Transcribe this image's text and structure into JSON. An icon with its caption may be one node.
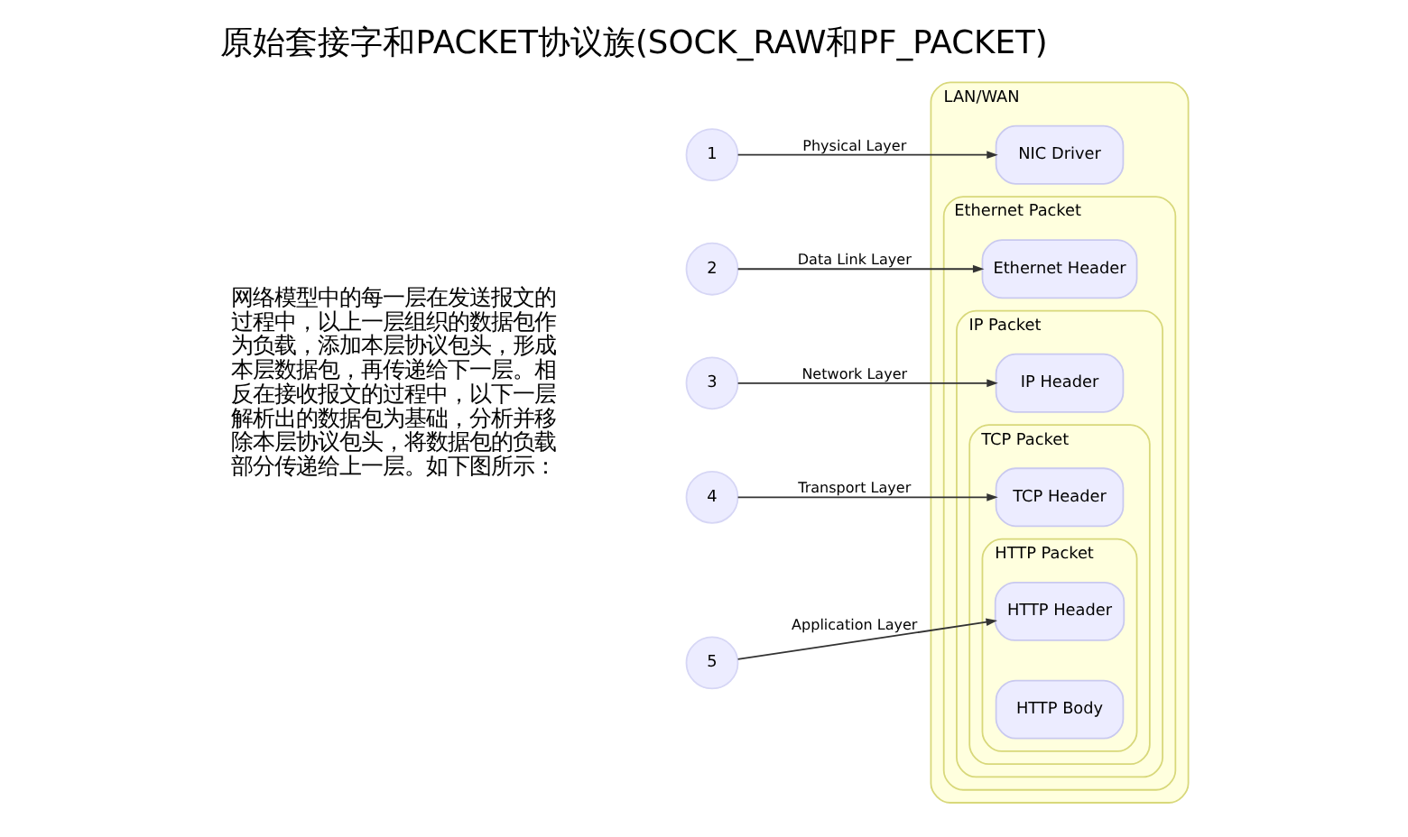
{
  "diagram": {
    "title": "原始套接字和PACKET协议族(SOCK_RAW和PF_PACKET)",
    "nodes": [
      {
        "text": [
          "1"
        ]
      },
      {
        "text": [
          "2"
        ]
      },
      {
        "text": [
          "3"
        ]
      },
      {
        "text": [
          "4"
        ]
      },
      {
        "text": [
          "5"
        ]
      },
      {
        "text": [
          "LAN/WAN"
        ]
      },
      {
        "text": [
          "NIC Driver"
        ],
        "in": 5
      },
      {
        "text": [
          "Ethernet Packet"
        ],
        "in": 5
      },
      {
        "text": [
          "Ethernet Header"
        ],
        "in": 7
      },
      {
        "text": [
          "IP Packet"
        ],
        "in": 7
      },
      {
        "text": [
          "IP Header"
        ],
        "in": 9
      },
      {
        "text": [
          "TCP Packet"
        ],
        "in": 9
      },
      {
        "text": [
          "TCP Header"
        ],
        "in": 11
      },
      {
        "text": [
          "HTTP Packet"
        ],
        "in": 11
      },
      {
        "text": [
          "HTTP Header"
        ],
        "in": 13
      },
      {
        "text": [
          "HTTP Body"
        ],
        "in": 13
      }
    ],
    "edges": [
      {
        "from": 0,
        "to": 6,
        "arrow": "to",
        "label": "Physical Layer"
      },
      {
        "from": 1,
        "to": 8,
        "arrow": "to",
        "label": "Data Link Layer"
      },
      {
        "from": 2,
        "to": 10,
        "arrow": "to",
        "label": "Network Layer"
      },
      {
        "from": 3,
        "to": 12,
        "arrow": "to",
        "label": "Transport Layer"
      },
      {
        "from": 4,
        "to": 14,
        "arrow": "to",
        "label": "Application Layer"
      }
    ],
    "labels": [
      "网络模型中的每一层在发送报文的过程中，以上一层组织的数据包作为负载，添加本层协议包头，形成本层数据包，再传递给下一层。相反在接收报文的过程中，以下一层解析出的数据包为基础，分析并移除本层协议包头，将数据包的负载部分传递给上一层。如下图所示："
    ]
  }
}
